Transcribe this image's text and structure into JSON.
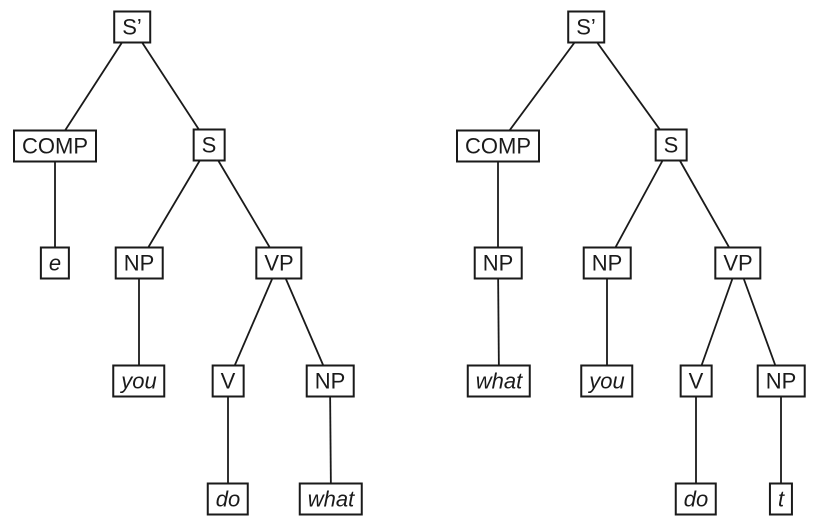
{
  "diagram": {
    "type": "syntax-trees",
    "colors": {
      "line": "#1a1a1a",
      "text": "#1a1a1a",
      "background": "#ffffff"
    },
    "trees": [
      {
        "id": "left-tree",
        "nodes": [
          {
            "label": "S’",
            "italic": false
          },
          {
            "label": "COMP",
            "italic": false
          },
          {
            "label": "S",
            "italic": false
          },
          {
            "label": "e",
            "italic": true
          },
          {
            "label": "NP",
            "italic": false
          },
          {
            "label": "VP",
            "italic": false
          },
          {
            "label": "you",
            "italic": true
          },
          {
            "label": "V",
            "italic": false
          },
          {
            "label": "NP",
            "italic": false
          },
          {
            "label": "do",
            "italic": true
          },
          {
            "label": "what",
            "italic": true
          }
        ],
        "edges": [
          [
            0,
            1
          ],
          [
            0,
            2
          ],
          [
            1,
            3
          ],
          [
            2,
            4
          ],
          [
            2,
            5
          ],
          [
            4,
            6
          ],
          [
            5,
            7
          ],
          [
            5,
            8
          ],
          [
            7,
            9
          ],
          [
            8,
            10
          ]
        ]
      },
      {
        "id": "right-tree",
        "nodes": [
          {
            "label": "S’",
            "italic": false
          },
          {
            "label": "COMP",
            "italic": false
          },
          {
            "label": "S",
            "italic": false
          },
          {
            "label": "NP",
            "italic": false
          },
          {
            "label": "NP",
            "italic": false
          },
          {
            "label": "VP",
            "italic": false
          },
          {
            "label": "what",
            "italic": true
          },
          {
            "label": "you",
            "italic": true
          },
          {
            "label": "V",
            "italic": false
          },
          {
            "label": "NP",
            "italic": false
          },
          {
            "label": "do",
            "italic": true
          },
          {
            "label": "t",
            "italic": true
          }
        ],
        "edges": [
          [
            0,
            1
          ],
          [
            0,
            2
          ],
          [
            1,
            3
          ],
          [
            3,
            6
          ],
          [
            2,
            4
          ],
          [
            2,
            5
          ],
          [
            4,
            7
          ],
          [
            5,
            8
          ],
          [
            5,
            9
          ],
          [
            8,
            10
          ],
          [
            9,
            11
          ]
        ]
      }
    ]
  }
}
